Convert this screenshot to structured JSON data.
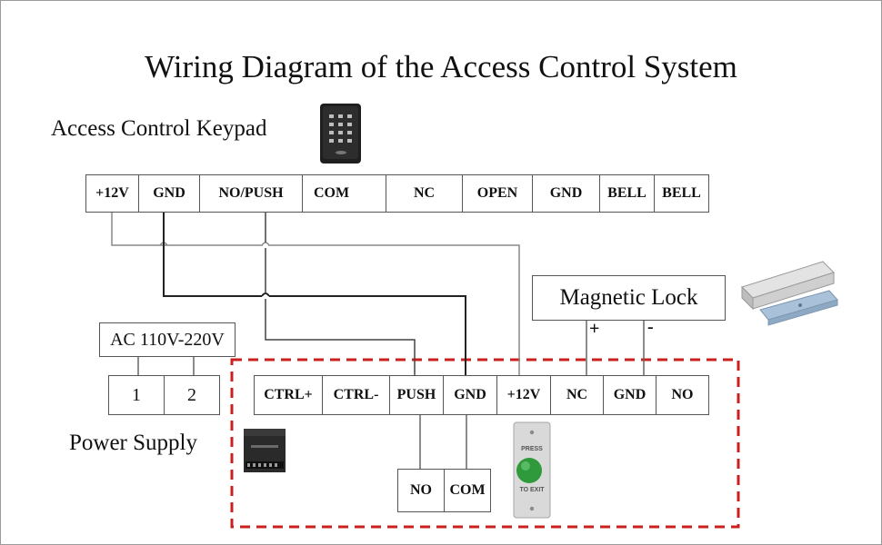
{
  "title": "Wiring Diagram of the Access Control System",
  "keypad": {
    "label": "Access Control Keypad",
    "terminals": [
      "+12V",
      "GND",
      "NO/PUSH",
      "COM",
      "NC",
      "OPEN",
      "GND",
      "BELL",
      "BELL"
    ]
  },
  "magnetic_lock": {
    "label": "Magnetic Lock",
    "plus": "+",
    "minus": "-"
  },
  "ac_input": {
    "label": "AC 110V-220V",
    "terminals": [
      "1",
      "2"
    ]
  },
  "power_supply": {
    "label": "Power Supply",
    "terminals": [
      "CTRL+",
      "CTRL-",
      "PUSH",
      "GND",
      "+12V",
      "NC",
      "GND",
      "NO"
    ]
  },
  "exit_button": {
    "terminals": [
      "NO",
      "COM"
    ],
    "press_text": "PRESS",
    "exit_text": "TO EXIT"
  },
  "colors": {
    "wire": "#333333",
    "dashed_border": "#cc1f1f",
    "button_green": "#2e9a3c"
  }
}
